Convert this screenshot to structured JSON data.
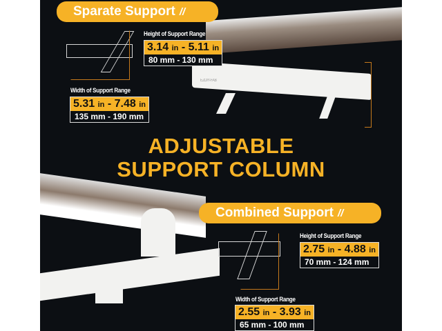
{
  "title": {
    "line1": "ADJUSTABLE",
    "line2": "SUPPORT COLUMN"
  },
  "separate": {
    "heading": "Sparate Support",
    "slashes": "//",
    "height_label": "Height of Support Range",
    "height_in_min": "3.14",
    "height_in_max": "5.11",
    "unit_in": "in",
    "dash": "-",
    "height_mm": "80 mm - 130 mm",
    "width_label": "Width of Support Range",
    "width_in_min": "5.31",
    "width_in_max": "7.48",
    "width_mm": "135 mm - 190 mm"
  },
  "combined": {
    "heading": "Combined Support",
    "slashes": "//",
    "height_label": "Height of Support Range",
    "height_in_min": "2.75",
    "height_in_max": "4.88",
    "unit_in": "in",
    "dash": "-",
    "height_mm": "70 mm - 124 mm",
    "width_label": "Width of Support Range",
    "width_in_min": "2.55",
    "width_in_max": "3.93",
    "width_mm": "65 mm - 100 mm"
  },
  "brand": "EZDIY-FAB",
  "colors": {
    "accent": "#f6b226",
    "background": "#0c0f13"
  }
}
